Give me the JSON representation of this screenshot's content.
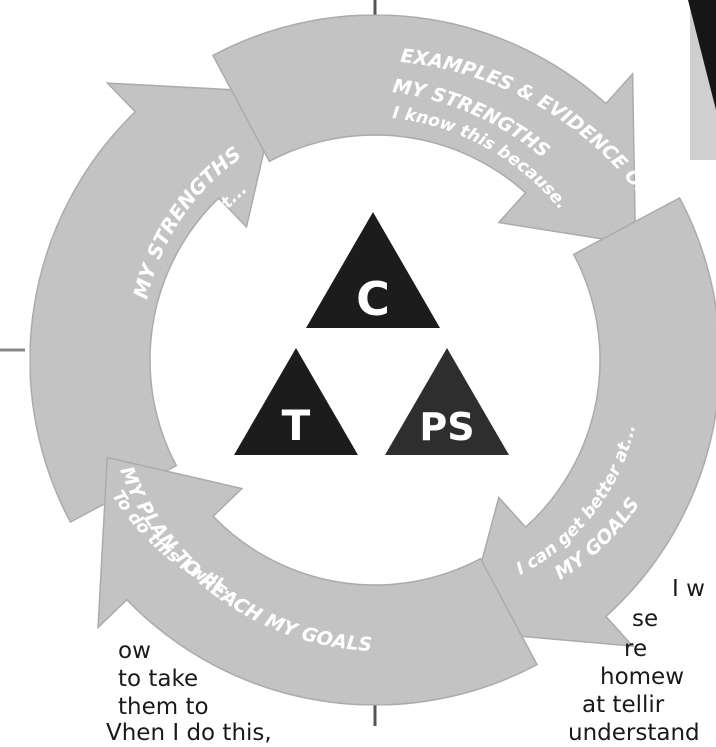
{
  "diagram": {
    "segments": [
      {
        "title": "MY STRENGTHS",
        "subtitle": "I am good at..."
      },
      {
        "title": "EXAMPLES & EVIDENCE OF",
        "title2": "MY STRENGTHS",
        "subtitle": "I know this because..."
      },
      {
        "title": "MY GOALS",
        "subtitle": "I can get better at..."
      },
      {
        "title": "MY PLAN TO REACH MY GOALS",
        "subtitle": "To do this I will..."
      }
    ],
    "center": {
      "top": "C",
      "left": "T",
      "right": "PS"
    }
  },
  "fragments": {
    "left": [
      "ow",
      "to take",
      "them to",
      "Vhen I do this,"
    ],
    "right": [
      "I w",
      "se",
      "re",
      "homew",
      "at tellir",
      "understand"
    ]
  },
  "colors": {
    "ring": "#c9c9c9",
    "ring_dark": "#a9a9a9",
    "triangle": "#1c1c1c",
    "label": "#ffffff",
    "text": "#1a1a1a"
  }
}
